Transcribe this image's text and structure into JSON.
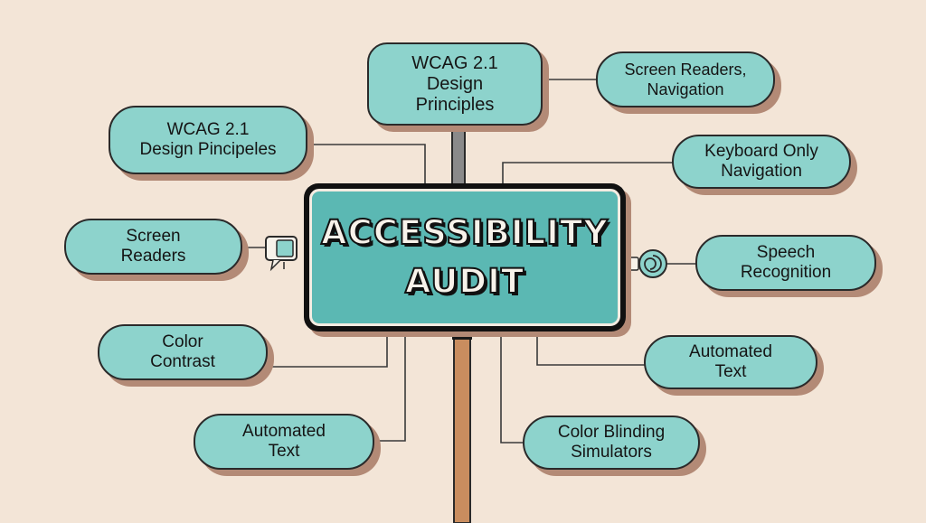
{
  "diagram": {
    "center": {
      "title": "ACCESSIBILITY\nAUDIT"
    },
    "nodes": {
      "top_center": "WCAG 2.1\nDesign\nPrinciples",
      "top_left": "WCAG 2.1\nDesign Pincipeles",
      "top_right": "Screen Readers,\nNavigation",
      "right_upper": "Keyboard Only\nNavigation",
      "left_middle": "Screen\nReaders",
      "right_middle": "Speech\nRecognition",
      "left_lower": "Color\nContrast",
      "right_lower": "Automated\nText",
      "bottom_left": "Automated\nText",
      "bottom_right": "Color Blinding\nSimulators"
    },
    "colors": {
      "background": "#f3e5d7",
      "node_fill": "#8dd3cc",
      "center_fill": "#5bb8b3",
      "shadow": "#b38a76",
      "pole": "#c98d5f",
      "outline": "#2a2a2a"
    },
    "icons": [
      "chat-bubble-icon",
      "speech-swirl-icon"
    ]
  }
}
